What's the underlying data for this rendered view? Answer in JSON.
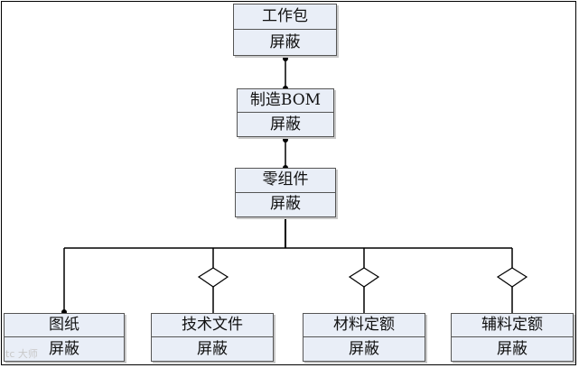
{
  "colors": {
    "node_fill": "#e9eef7",
    "node_border": "#555555",
    "line": "#000000",
    "diamond_fill": "#ffffff"
  },
  "nodes": {
    "work_package": {
      "name": "工作包",
      "attr": "屏蔽"
    },
    "mbom": {
      "name": "制造BOM",
      "attr": "屏蔽"
    },
    "assembly": {
      "name": "零组件",
      "attr": "屏蔽"
    },
    "drawing": {
      "name": "图纸",
      "attr": "屏蔽"
    },
    "tech_doc": {
      "name": "技术文件",
      "attr": "屏蔽"
    },
    "material_quota": {
      "name": "材料定额",
      "attr": "屏蔽"
    },
    "aux_material_quota": {
      "name": "辅料定额",
      "attr": "屏蔽"
    }
  },
  "watermark": "tc 大师"
}
